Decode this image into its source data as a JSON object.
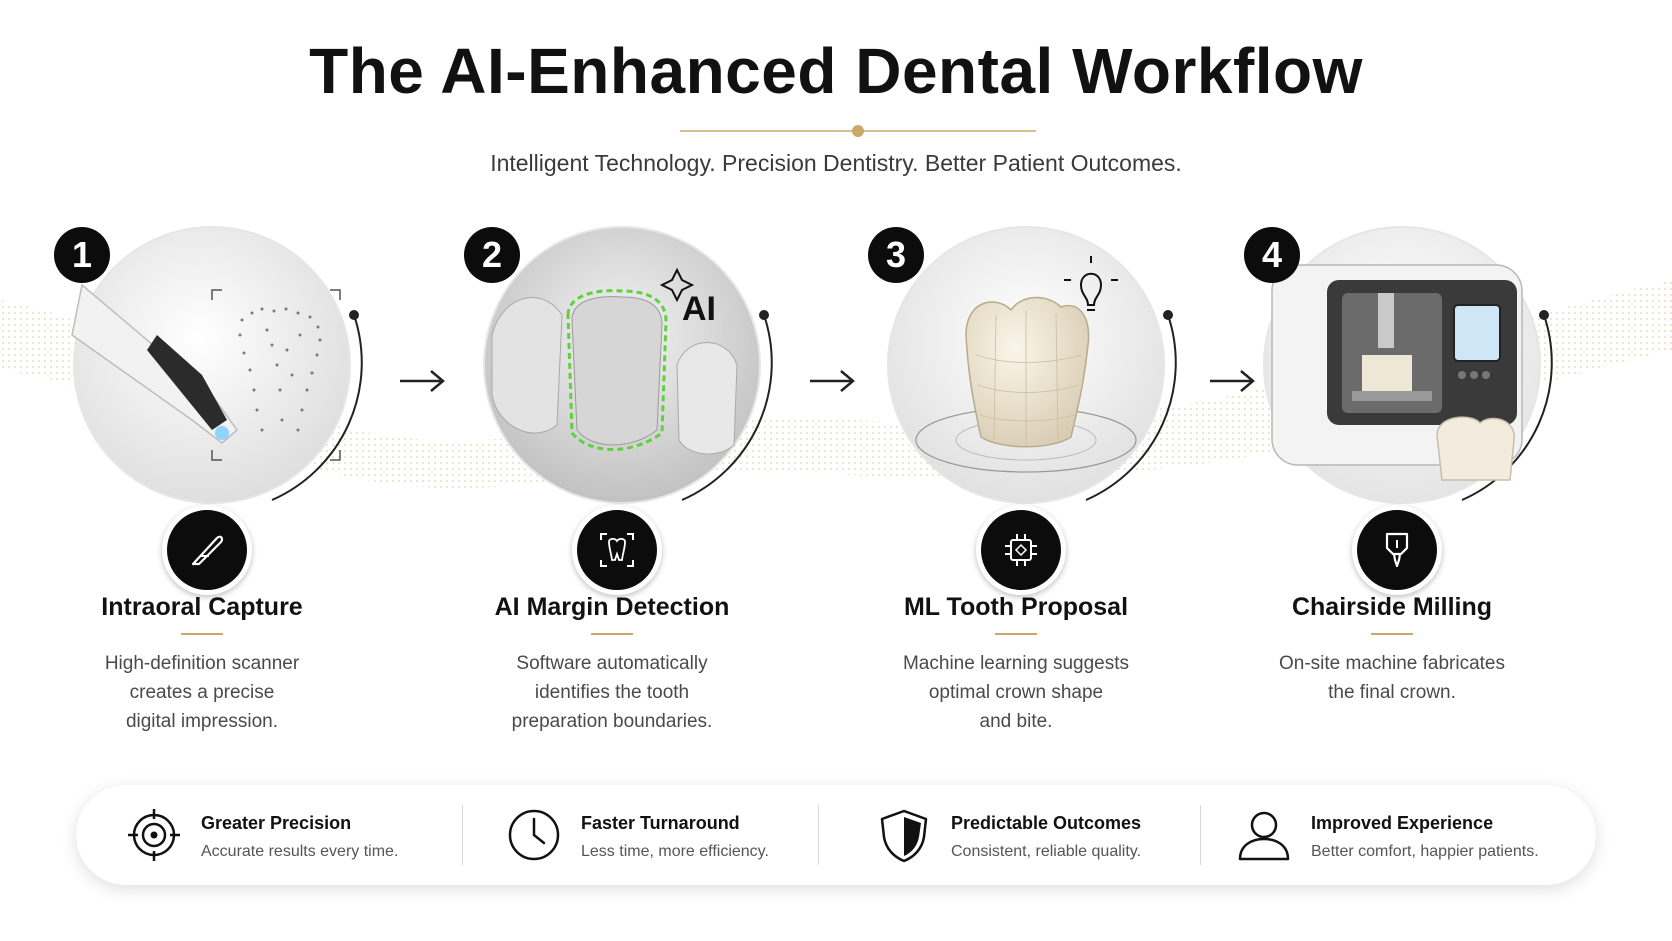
{
  "title": "The AI-Enhanced Dental Workflow",
  "subtitle": "Intelligent Technology. Precision Dentistry. Better Patient Outcomes.",
  "accent_color": "#c9a86a",
  "steps": [
    {
      "number": "1",
      "title": "Intraoral Capture",
      "description": "High-definition scanner\ncreates a precise\ndigital impression.",
      "icon": "scanner-icon"
    },
    {
      "number": "2",
      "title": "AI Margin Detection",
      "description": "Software automatically\nidentifies the tooth\npreparation boundaries.",
      "icon": "tooth-scan-icon",
      "image_label": "AI"
    },
    {
      "number": "3",
      "title": "ML Tooth Proposal",
      "description": "Machine learning suggests\noptimal crown shape\nand bite.",
      "icon": "chip-icon"
    },
    {
      "number": "4",
      "title": "Chairside Milling",
      "description": "On-site machine fabricates\nthe final crown.",
      "icon": "mill-bur-icon"
    }
  ],
  "benefits": [
    {
      "title": "Greater Precision",
      "description": "Accurate results every time.",
      "icon": "target-icon"
    },
    {
      "title": "Faster Turnaround",
      "description": "Less time, more efficiency.",
      "icon": "clock-icon"
    },
    {
      "title": "Predictable Outcomes",
      "description": "Consistent, reliable quality.",
      "icon": "shield-icon"
    },
    {
      "title": "Improved Experience",
      "description": "Better comfort, happier patients.",
      "icon": "user-icon"
    }
  ]
}
